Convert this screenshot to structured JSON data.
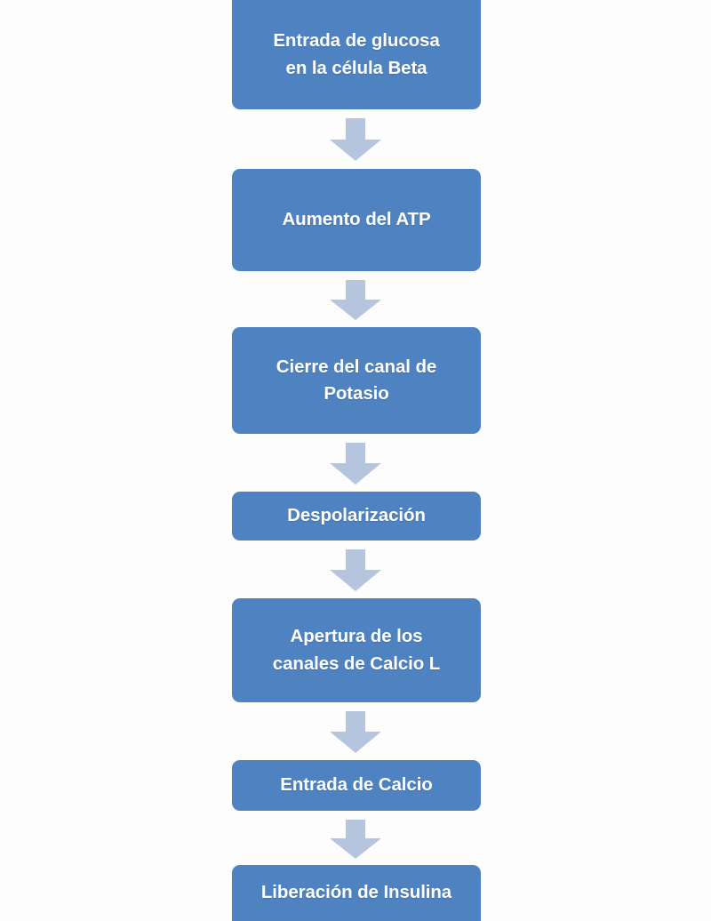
{
  "diagram": {
    "title": "Entrada de glucosa en la célula Beta",
    "type": "vertical-flowchart",
    "orientation": "top-to-bottom",
    "colors": {
      "node_fill": "#4e82c0",
      "node_text": "#ffffff",
      "arrow_fill": "#b6c5de",
      "background": "#fdfdfd"
    },
    "nodes": [
      {
        "id": "node-0",
        "label": "Entrada de glucosa\nen la célula Beta",
        "lines": 2
      },
      {
        "id": "node-1",
        "label": "Aumento del ATP",
        "lines": 1
      },
      {
        "id": "node-2",
        "label": "Cierre del canal de\nPotasio",
        "lines": 2
      },
      {
        "id": "node-3",
        "label": "Despolarización",
        "lines": 1
      },
      {
        "id": "node-4",
        "label": "Apertura de los\ncanales de Calcio L",
        "lines": 2
      },
      {
        "id": "node-5",
        "label": "Entrada de Calcio",
        "lines": 1
      },
      {
        "id": "node-6",
        "label": "Liberación de Insulina",
        "lines": 1
      }
    ],
    "arrows": [
      {
        "id": "arrow-0",
        "from": "node-0",
        "to": "node-1",
        "direction": "down"
      },
      {
        "id": "arrow-1",
        "from": "node-1",
        "to": "node-2",
        "direction": "down"
      },
      {
        "id": "arrow-2",
        "from": "node-2",
        "to": "node-3",
        "direction": "down"
      },
      {
        "id": "arrow-3",
        "from": "node-3",
        "to": "node-4",
        "direction": "down"
      },
      {
        "id": "arrow-4",
        "from": "node-4",
        "to": "node-5",
        "direction": "down"
      },
      {
        "id": "arrow-5",
        "from": "node-5",
        "to": "node-6",
        "direction": "down"
      }
    ]
  }
}
